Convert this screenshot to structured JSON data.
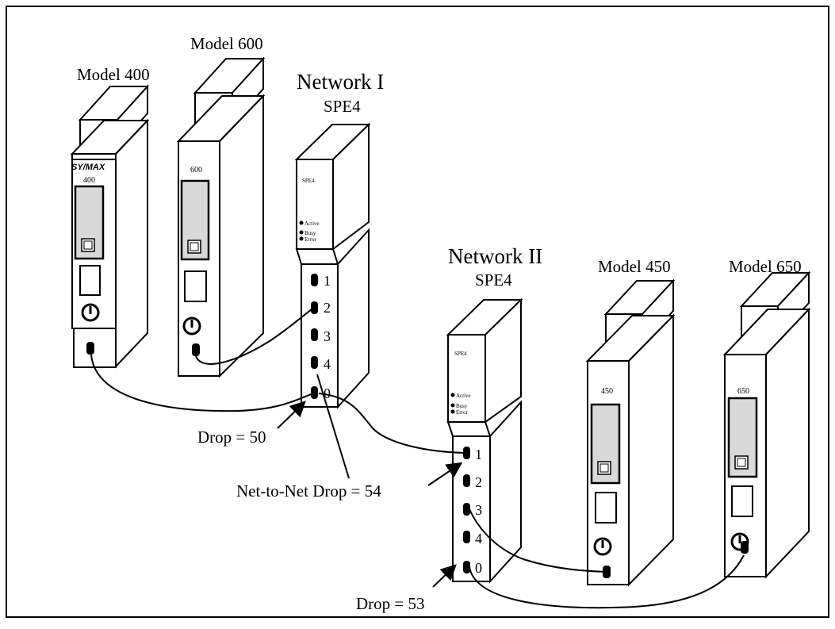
{
  "title": {
    "model_400": "Model 400",
    "model_600": "Model 600",
    "network_1": "Network I",
    "network_1_sub": "SPE4",
    "network_2": "Network II",
    "network_2_sub": "SPE4",
    "model_450": "Model 450",
    "model_650": "Model 650"
  },
  "modules": {
    "m400": {
      "brand": "SY/MAX",
      "label": "400"
    },
    "m600": {
      "label": "600"
    },
    "m450": {
      "label": "450"
    },
    "m650": {
      "label": "650"
    },
    "spe1": {
      "label": "SPE4",
      "led_active": "Active",
      "led_busy": "Busy",
      "led_error": "Error",
      "ports": [
        "1",
        "2",
        "3",
        "4",
        "0"
      ]
    },
    "spe2": {
      "label": "SPE4",
      "led_active": "Active",
      "led_busy": "Busy",
      "led_error": "Error",
      "ports": [
        "1",
        "2",
        "3",
        "4",
        "0"
      ]
    }
  },
  "annotations": {
    "drop_50": "Drop = 50",
    "net_to_net": "Net-to-Net Drop = 54",
    "drop_53": "Drop = 53"
  }
}
